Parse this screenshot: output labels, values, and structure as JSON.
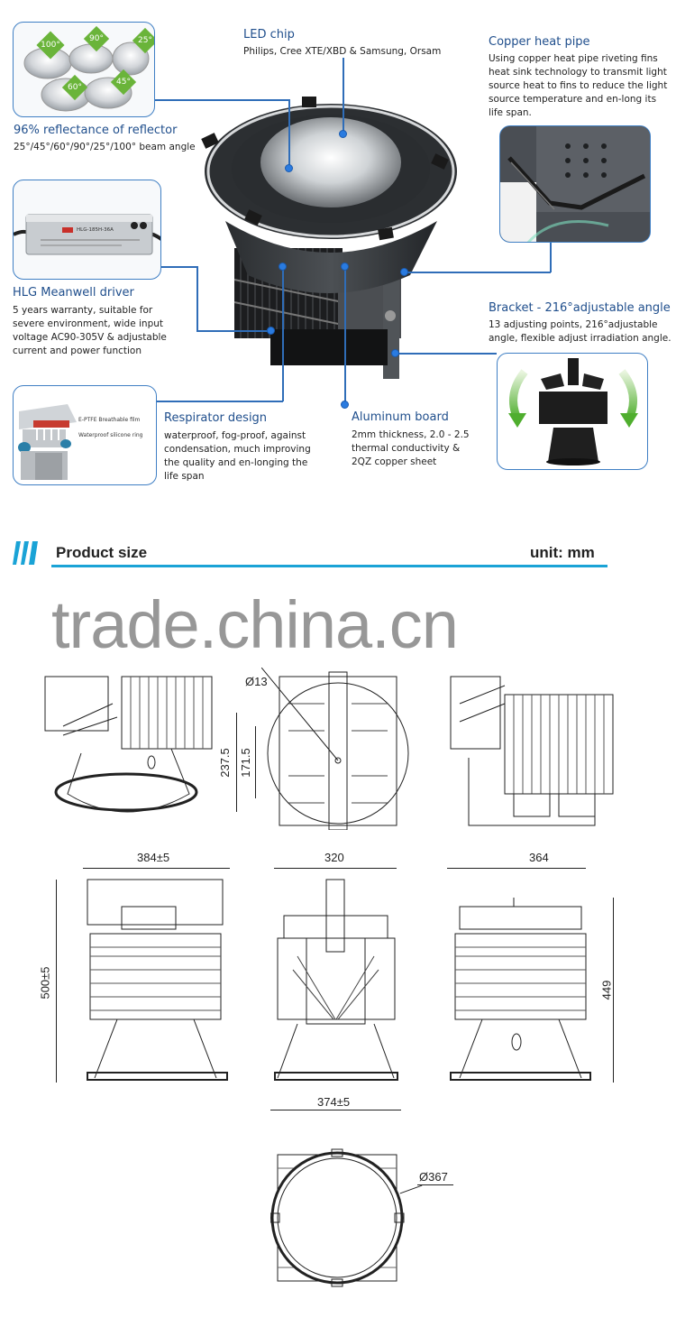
{
  "features": {
    "reflector": {
      "title": "96% reflectance of reflector",
      "desc": "25°/45°/60°/90°/25°/100° beam angle",
      "badges": [
        "100°",
        "90°",
        "25°",
        "60°",
        "45°"
      ]
    },
    "led_chip": {
      "title": "LED chip",
      "desc": "Philips, Cree XTE/XBD & Samsung, Orsam"
    },
    "copper_heat_pipe": {
      "title": "Copper heat pipe",
      "desc": "Using copper heat pipe riveting fins heat sink technology to transmit light source heat to fins to reduce the light source temperature and en-long its life span."
    },
    "driver": {
      "title": "HLG Meanwell driver",
      "desc": "5 years warranty, suitable for severe environment, wide input voltage AC90-305V & adjustable current and power function",
      "label": "HLG-185H-36A"
    },
    "bracket": {
      "title": "Bracket - 216°adjustable angle",
      "desc": "13 adjusting points, 216°adjustable angle, flexible adjust irradiation angle."
    },
    "respirator": {
      "title": "Respirator design",
      "desc": "waterproof, fog-proof, against condensation, much improving the quality and en-longing the life span",
      "label_film": "E-PTFE Breathable film",
      "label_ring": "Waterproof silicone ring"
    },
    "aluminum_board": {
      "title": "Aluminum board",
      "desc": "2mm thickness, 2.0 - 2.5 thermal conductivity & 2QZ copper sheet"
    }
  },
  "product_size": {
    "title": "Product size",
    "unit": "unit: mm"
  },
  "watermark": "trade.china.cn",
  "dimensions": {
    "hole": "Ø13",
    "height_outer": "237.5",
    "height_inner": "171.5",
    "width_side": "384±5",
    "width_front": "320",
    "width_back": "364",
    "height_total": "500±5",
    "height_back": "449",
    "width_base": "374±5",
    "diameter": "Ø367"
  },
  "colors": {
    "accent_blue": "#2f6db8",
    "title_blue": "#1f4e8c",
    "header_cyan": "#1aa3d6",
    "badge_green": "#6ab43a"
  }
}
